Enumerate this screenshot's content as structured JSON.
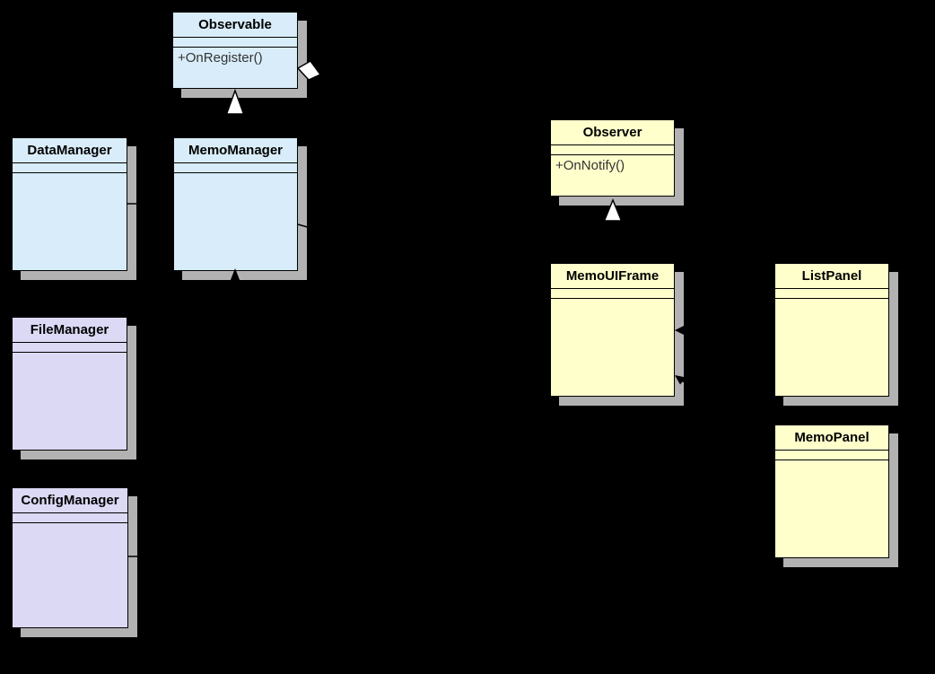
{
  "diagram": {
    "kind": "uml-class-diagram",
    "colors": {
      "background": "#000000",
      "shadow": "#b2b2b2",
      "border": "#000000",
      "blue_fill": "#d8edf9",
      "yellow_fill": "#ffffcc",
      "purple_fill": "#dbd9f4",
      "marker_white": "#ffffff",
      "marker_black": "#000000"
    },
    "classes": [
      {
        "name": "Observable",
        "stereotype_color": "blue",
        "attributes": [],
        "methods": [
          "+OnRegister()"
        ]
      },
      {
        "name": "DataManager",
        "stereotype_color": "blue",
        "attributes": [],
        "methods": []
      },
      {
        "name": "MemoManager",
        "stereotype_color": "blue",
        "attributes": [],
        "methods": []
      },
      {
        "name": "FileManager",
        "stereotype_color": "purple",
        "attributes": [],
        "methods": []
      },
      {
        "name": "ConfigManager",
        "stereotype_color": "purple",
        "attributes": [],
        "methods": []
      },
      {
        "name": "Observer",
        "stereotype_color": "yellow",
        "attributes": [],
        "methods": [
          "+OnNotify()"
        ]
      },
      {
        "name": "MemoUIFrame",
        "stereotype_color": "yellow",
        "attributes": [],
        "methods": []
      },
      {
        "name": "ListPanel",
        "stereotype_color": "yellow",
        "attributes": [],
        "methods": []
      },
      {
        "name": "MemoPanel",
        "stereotype_color": "yellow",
        "attributes": [],
        "methods": []
      }
    ],
    "relationships": [
      {
        "type": "generalization",
        "from": "MemoManager",
        "to": "Observable",
        "marker": "hollow-triangle-icon"
      },
      {
        "type": "generalization",
        "from": "MemoUIFrame",
        "to": "Observer",
        "marker": "hollow-triangle-icon"
      },
      {
        "type": "aggregation",
        "owner": "Observable",
        "part": "Observer",
        "marker": "hollow-diamond-icon"
      },
      {
        "type": "association",
        "from": "DataManager",
        "to": "MemoManager",
        "marker": "none"
      },
      {
        "type": "association",
        "from": "MemoManager",
        "to": "MemoUIFrame",
        "marker": "none"
      },
      {
        "type": "directed-association",
        "from": "ConfigManager",
        "to": "MemoManager",
        "marker": "filled-arrow-icon"
      },
      {
        "type": "directed-association",
        "from": "ListPanel",
        "to": "MemoUIFrame",
        "marker": "filled-arrow-icon"
      },
      {
        "type": "directed-association",
        "from": "MemoPanel",
        "to": "MemoUIFrame",
        "marker": "filled-arrow-icon"
      }
    ]
  }
}
